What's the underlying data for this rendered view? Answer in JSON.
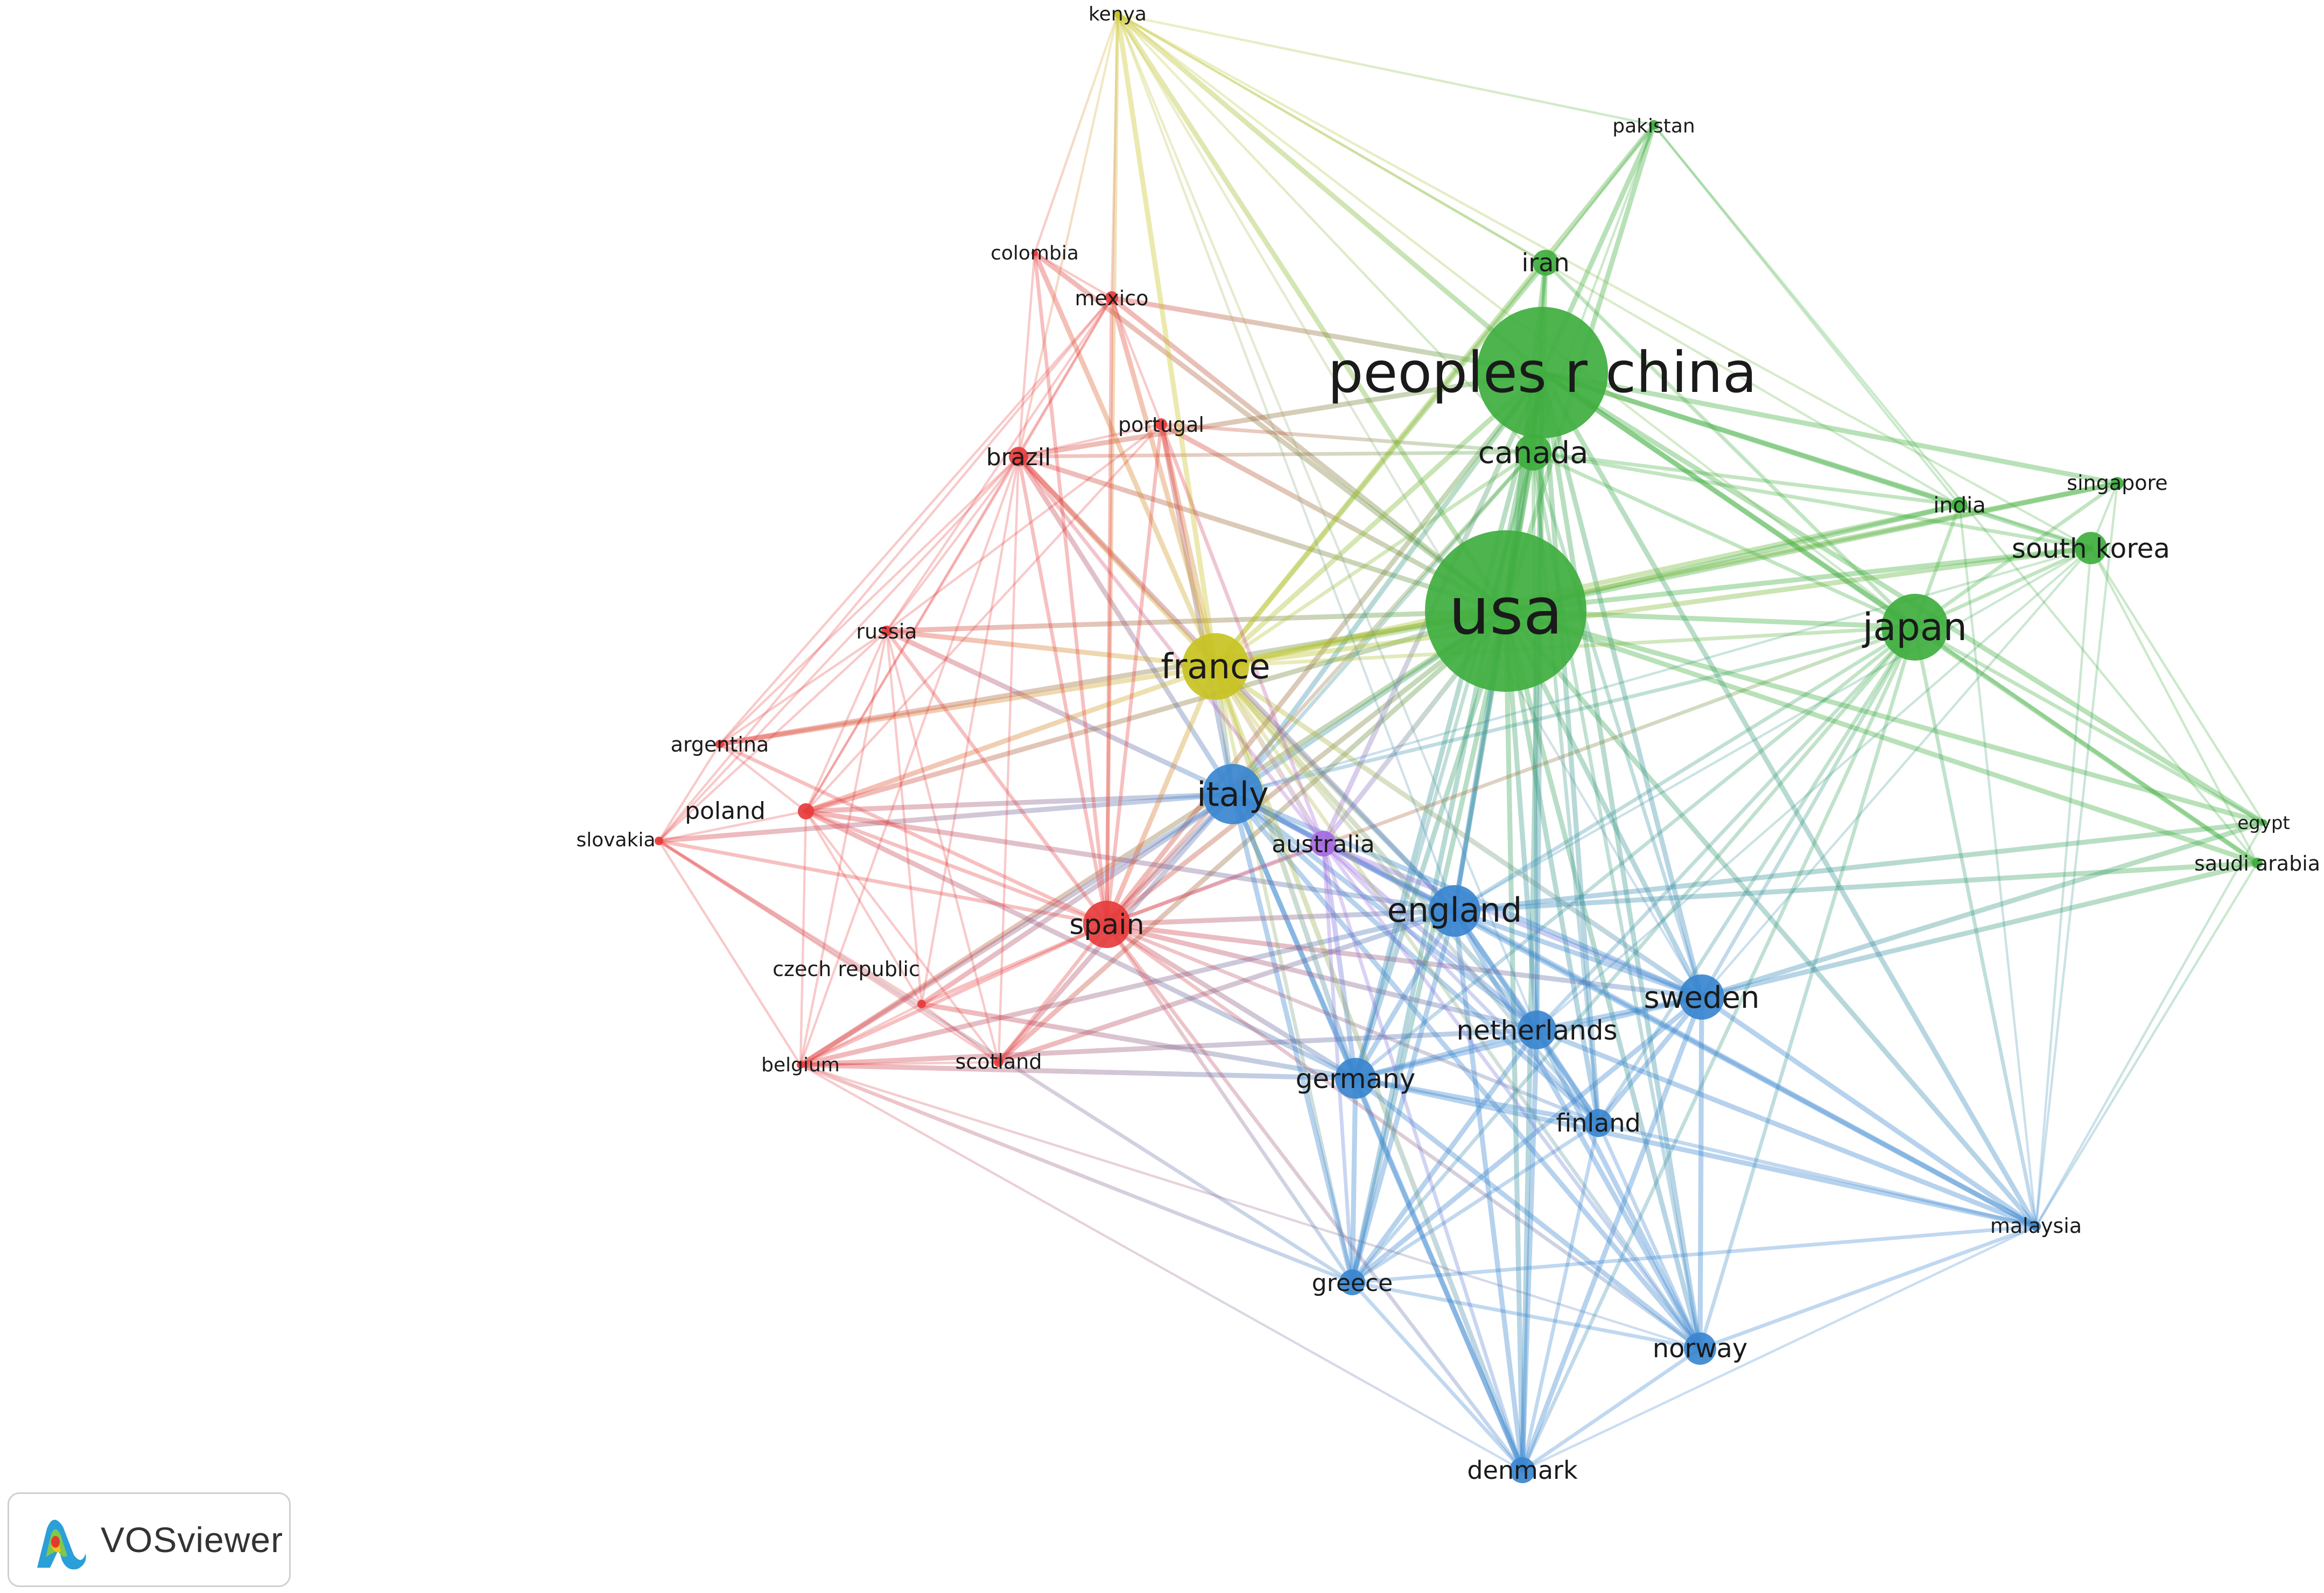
{
  "software": {
    "name": "VOSviewer",
    "logo_icon": "vosviewer-logo-icon"
  },
  "clusters": {
    "red": {
      "color": "#e63c3c"
    },
    "green": {
      "color": "#3fae3f"
    },
    "blue": {
      "color": "#3a86cf"
    },
    "yellow": {
      "color": "#c8c323"
    },
    "purple": {
      "color": "#a66be0"
    }
  },
  "nodes": [
    {
      "id": "usa",
      "label": "usa",
      "cluster": "green"
    },
    {
      "id": "china",
      "label": "peoples r china",
      "cluster": "green"
    },
    {
      "id": "canada",
      "label": "canada",
      "cluster": "green"
    },
    {
      "id": "iran",
      "label": "iran",
      "cluster": "green"
    },
    {
      "id": "pakistan",
      "label": "pakistan",
      "cluster": "green"
    },
    {
      "id": "india",
      "label": "india",
      "cluster": "green"
    },
    {
      "id": "singapore",
      "label": "singapore",
      "cluster": "green"
    },
    {
      "id": "south_korea",
      "label": "south korea",
      "cluster": "green"
    },
    {
      "id": "japan",
      "label": "japan",
      "cluster": "green"
    },
    {
      "id": "egypt",
      "label": "egypt",
      "cluster": "green"
    },
    {
      "id": "saudi_arabia",
      "label": "saudi arabia",
      "cluster": "green"
    },
    {
      "id": "kenya",
      "label": "kenya",
      "cluster": "yellow"
    },
    {
      "id": "france",
      "label": "france",
      "cluster": "yellow"
    },
    {
      "id": "colombia",
      "label": "colombia",
      "cluster": "red"
    },
    {
      "id": "mexico",
      "label": "mexico",
      "cluster": "red"
    },
    {
      "id": "portugal",
      "label": "portugal",
      "cluster": "red"
    },
    {
      "id": "brazil",
      "label": "brazil",
      "cluster": "red"
    },
    {
      "id": "russia",
      "label": "russia",
      "cluster": "red"
    },
    {
      "id": "argentina",
      "label": "argentina",
      "cluster": "red"
    },
    {
      "id": "poland",
      "label": "poland",
      "cluster": "red"
    },
    {
      "id": "slovakia",
      "label": "slovakia",
      "cluster": "red"
    },
    {
      "id": "spain",
      "label": "spain",
      "cluster": "red"
    },
    {
      "id": "czech",
      "label": "czech republic",
      "cluster": "red"
    },
    {
      "id": "belgium",
      "label": "belgium",
      "cluster": "red"
    },
    {
      "id": "scotland",
      "label": "scotland",
      "cluster": "red"
    },
    {
      "id": "australia",
      "label": "australia",
      "cluster": "purple"
    },
    {
      "id": "italy",
      "label": "italy",
      "cluster": "blue"
    },
    {
      "id": "england",
      "label": "england",
      "cluster": "blue"
    },
    {
      "id": "sweden",
      "label": "sweden",
      "cluster": "blue"
    },
    {
      "id": "netherlands",
      "label": "netherlands",
      "cluster": "blue"
    },
    {
      "id": "germany",
      "label": "germany",
      "cluster": "blue"
    },
    {
      "id": "finland",
      "label": "finland",
      "cluster": "blue"
    },
    {
      "id": "malaysia",
      "label": "malaysia",
      "cluster": "blue"
    },
    {
      "id": "greece",
      "label": "greece",
      "cluster": "blue"
    },
    {
      "id": "norway",
      "label": "norway",
      "cluster": "blue"
    },
    {
      "id": "denmark",
      "label": "denmark",
      "cluster": "blue"
    }
  ]
}
